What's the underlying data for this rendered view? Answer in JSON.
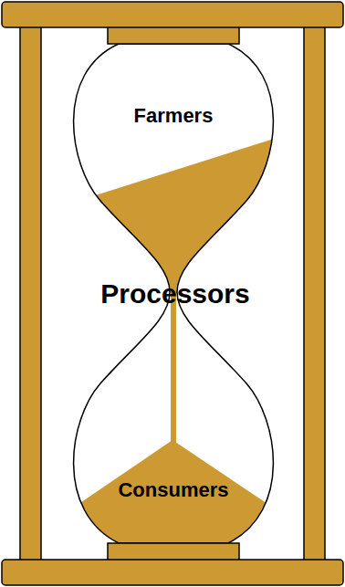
{
  "diagram": {
    "labels": [
      "Farmers",
      "Processors",
      "Consumers"
    ]
  }
}
